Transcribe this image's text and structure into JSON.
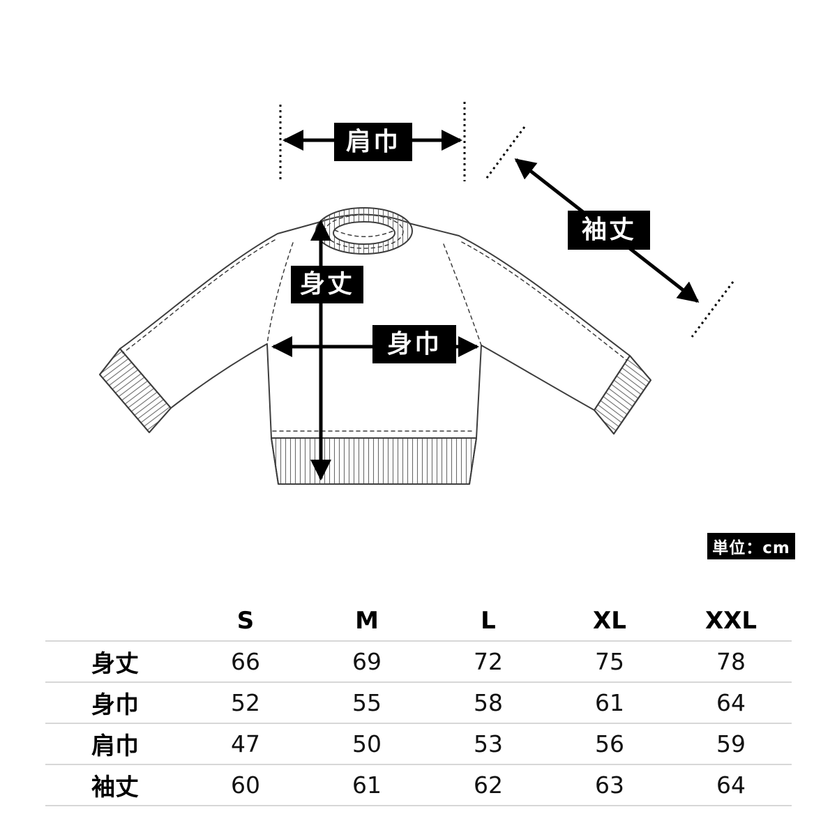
{
  "diagram": {
    "labels": {
      "shoulder_width": "肩巾",
      "sleeve_length": "袖丈",
      "body_length": "身丈",
      "body_width": "身巾"
    },
    "unit_badge": "単位：cm"
  },
  "size_table": {
    "columns": [
      "S",
      "M",
      "L",
      "XL",
      "XXL"
    ],
    "rows": [
      {
        "label": "身丈",
        "values": [
          "66",
          "69",
          "72",
          "75",
          "78"
        ]
      },
      {
        "label": "身巾",
        "values": [
          "52",
          "55",
          "58",
          "61",
          "64"
        ]
      },
      {
        "label": "肩巾",
        "values": [
          "47",
          "50",
          "53",
          "56",
          "59"
        ]
      },
      {
        "label": "袖丈",
        "values": [
          "60",
          "61",
          "62",
          "63",
          "64"
        ]
      }
    ]
  },
  "colors": {
    "label_bg": "#000000",
    "label_text": "#ffffff",
    "table_line": "#d7d7d7",
    "drawing_line": "#3d3d3d"
  }
}
